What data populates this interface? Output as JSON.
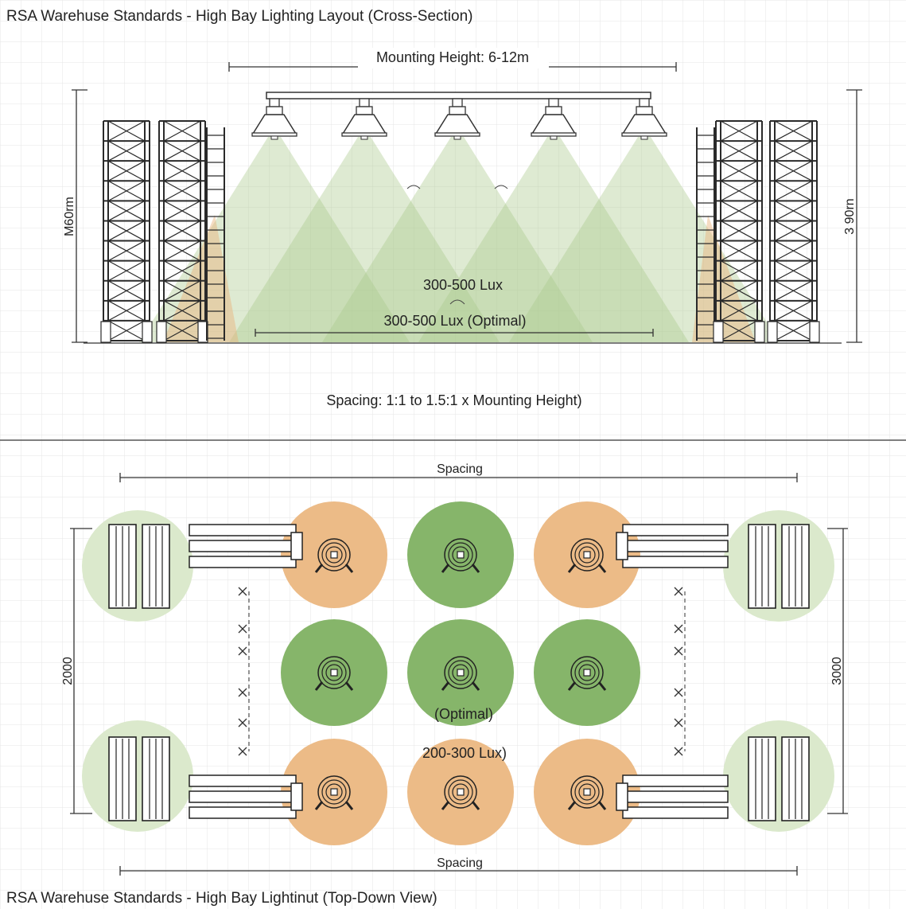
{
  "cross_section": {
    "title": "RSA Warehuse Standards - High Bay Lighting Layout (Cross-Section)",
    "mounting_height_label": "Mounting Height: 6-12m",
    "left_height_label": "M60rm",
    "right_height_label": "3 90rn",
    "lux_label_upper": "300-500 Lux",
    "lux_label_optimal": "300-500 Lux (Optimal)",
    "spacing_note": "Spacing: 1:1 to 1.5:1 x Mounting Height)"
  },
  "top_down": {
    "title": "RSA Warehuse Standards - High Bay Lightinut (Top-Down View)",
    "spacing_top": "Spacing",
    "spacing_bottom": "Spacing",
    "left_dimension": "2000",
    "right_dimension": "3000",
    "optimal_label": "(Optimal)",
    "lux_label": "200-300 Lux)"
  },
  "colors": {
    "grid": "#e4e4e4",
    "beam_green": "#a9c98a",
    "beam_orange": "#e9b27a",
    "circle_green_dark": "#86b56a",
    "circle_green_light": "#dbe9cc",
    "circle_orange": "#ecbb87"
  }
}
